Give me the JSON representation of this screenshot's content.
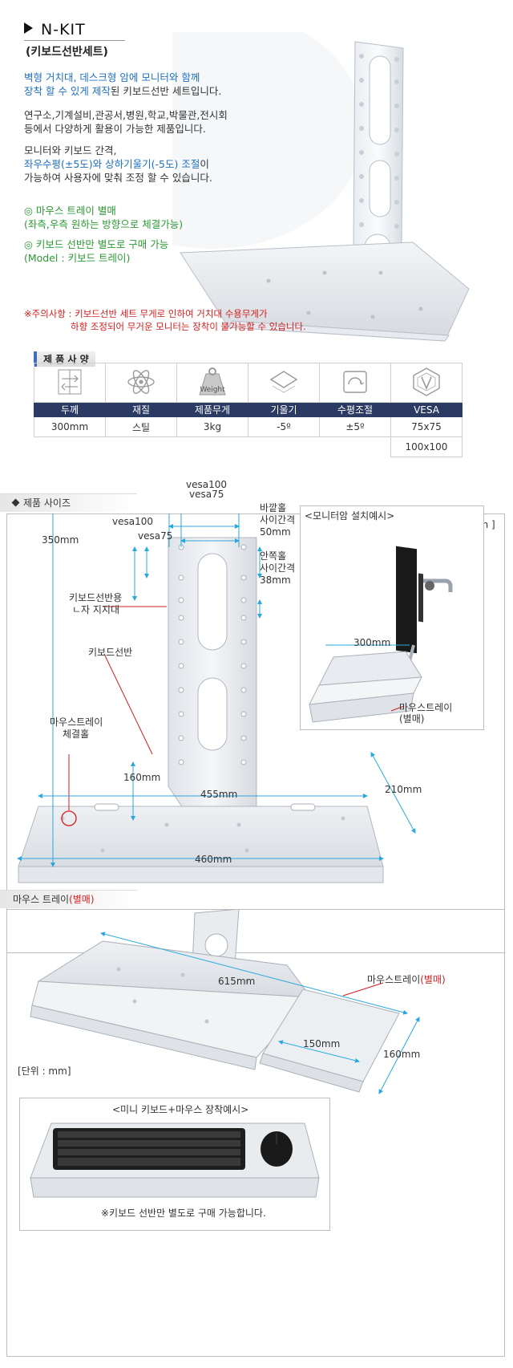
{
  "header": {
    "title": "N-KIT",
    "subtitle": "(키보드선반세트)"
  },
  "intro": {
    "p1_line1": "벽형 거치대, 데스크형 암에 모니터와 함께",
    "p1_line2_blue": "장착 할 수 있게 제작",
    "p1_line2_rest": "된 키보드선반 세트입니다.",
    "p2_line1": "연구소,기계설비,관공서,병원,학교,박물관,전시회",
    "p2_line2": "등에서 다양하게 활용이 가능한 제품입니다.",
    "p3_line1": "모니터와 키보드 간격,",
    "p3_line2_blue": "좌우수평(±5도)와 상하기울기(-5도) 조절",
    "p3_line2_rest": "이",
    "p3_line3": "가능하여 사용자에 맞춰 조정 할 수 있습니다.",
    "g1_line1": "◎ 마우스 트레이 별매",
    "g1_line2": "(좌측,우측 원하는 방향으로 체결가능)",
    "g2_line1": "◎ 키보드 선반만 별도로 구매 가능",
    "g2_line2": "(Model : 키보드 트레이)",
    "warn_line1": "※주의사항 : 키보드선반 세트 무게로 인하여 거치대 수용무게가",
    "warn_line2": "하향 조정되어 무거운 모니터는 장착이 불가능할 수 있습니다."
  },
  "spec": {
    "label": "제 품 사 양",
    "weight_icon_text": "Weight",
    "headers": [
      "두께",
      "재질",
      "제품무게",
      "기울기",
      "수평조절",
      "VESA"
    ],
    "values": [
      "300mm",
      "스틸",
      "3kg",
      "-5º",
      "±5º",
      "75x75"
    ],
    "vesa_extra": "100x100"
  },
  "size_section": {
    "bar_label": "제품 사이즈",
    "unit": "[ UNIT : mm ]",
    "vesa100_top": "vesa100",
    "vesa75_top": "vesa75",
    "vesa100_side": "vesa100",
    "vesa75_side": "vesa75",
    "outer_hole_1": "바깥홀",
    "outer_hole_2": "사이간격",
    "outer_hole_3": "50mm",
    "inner_hole_1": "안쪽홀",
    "inner_hole_2": "사이간격",
    "inner_hole_3": "38mm",
    "h350": "350mm",
    "support_1": "키보드선반용",
    "support_2": "ㄴ자 지지대",
    "shelf": "키보드선반",
    "mouse_hole_1": "마우스트레이",
    "mouse_hole_2": "체결홀",
    "d160": "160mm",
    "d455": "455mm",
    "d210": "210mm",
    "d460": "460mm",
    "example_title": "<모니터암 설치예시>",
    "example_300": "300mm",
    "example_mouse": "마우스트레이",
    "example_mouse_sold": "(별매)"
  },
  "mouse_section": {
    "bar_label": "마우스 트레이",
    "bar_label_red": "(별매)",
    "d615": "615mm",
    "tray_label": "마우스트레이",
    "tray_label_red": "(별매)",
    "d150": "150mm",
    "d160": "160mm",
    "unit": "[단위 : mm]",
    "example_title": "<미니 키보드+마우스 장착예시>",
    "note": "※키보드 선반만 별도로 구매 가능합니다."
  },
  "colors": {
    "accent_blue": "#1f6fc4",
    "green": "#2b9a33",
    "red": "#d21e1e",
    "dim_cyan": "#29a8e0",
    "table_header": "#2b3a63"
  }
}
